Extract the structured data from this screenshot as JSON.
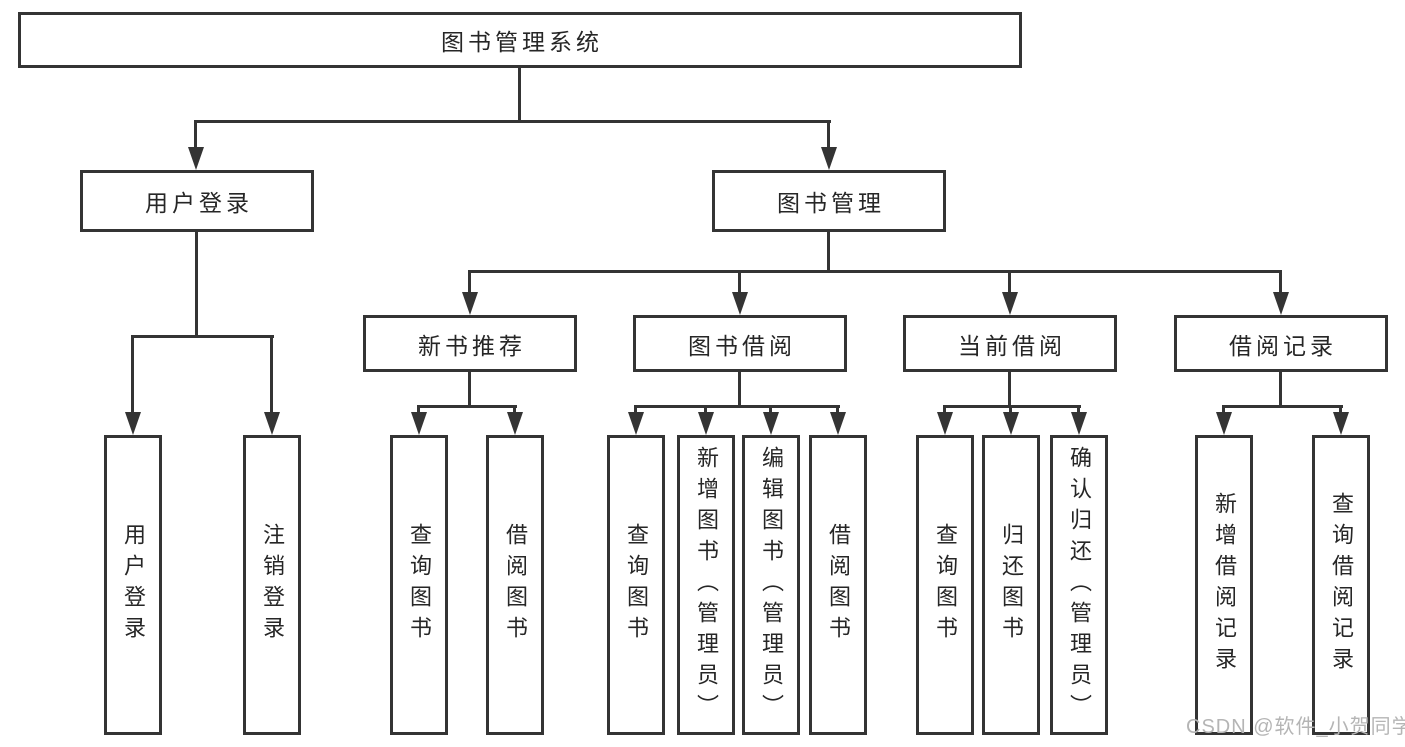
{
  "diagram": {
    "root": {
      "label": "图书管理系统"
    },
    "level2": [
      {
        "label": "用户登录"
      },
      {
        "label": "图书管理"
      }
    ],
    "level3": [
      {
        "label": "新书推荐"
      },
      {
        "label": "图书借阅"
      },
      {
        "label": "当前借阅"
      },
      {
        "label": "借阅记录"
      }
    ],
    "leaves": {
      "user_login": [
        {
          "label": "用户登录"
        },
        {
          "label": "注销登录"
        }
      ],
      "new_book_recommend": [
        {
          "label": "查询图书"
        },
        {
          "label": "借阅图书"
        }
      ],
      "book_borrow": [
        {
          "label": "查询图书"
        },
        {
          "label": "新增图书（管理员）"
        },
        {
          "label": "编辑图书（管理员）"
        },
        {
          "label": "借阅图书"
        }
      ],
      "current_borrow": [
        {
          "label": "查询图书"
        },
        {
          "label": "归还图书"
        },
        {
          "label": "确认归还（管理员）"
        }
      ],
      "borrow_records": [
        {
          "label": "新增借阅记录"
        },
        {
          "label": "查询借阅记录"
        }
      ]
    }
  },
  "watermark": {
    "text": "CSDN @软件_小贺同学"
  },
  "colors": {
    "line": "#343434",
    "text": "#262626",
    "watermark": "#b5b5b5",
    "background": "#ffffff"
  }
}
